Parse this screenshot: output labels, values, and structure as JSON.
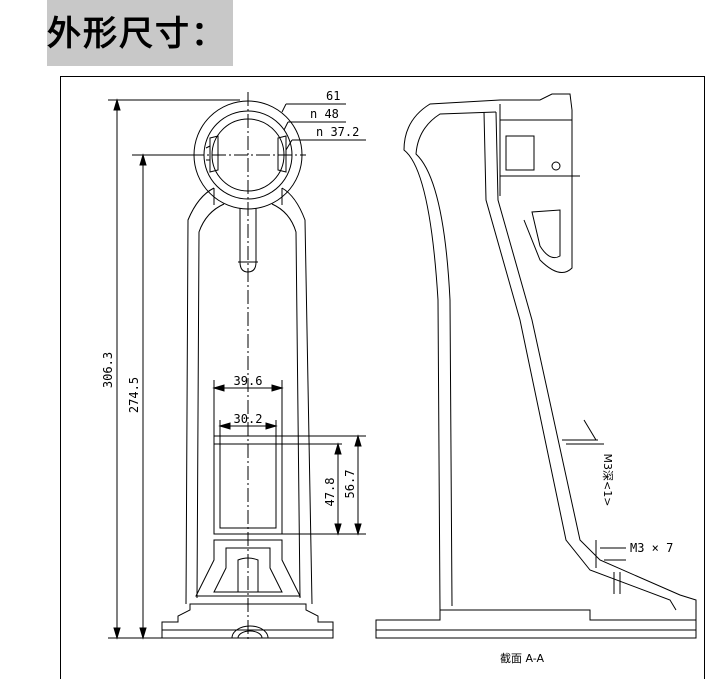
{
  "title": "外形尺寸：",
  "dims": {
    "d61": "61",
    "n48": "n 48",
    "n372": "n 37.2",
    "h3063": "306.3",
    "h2745": "274.5",
    "w396": "39.6",
    "w302": "30.2",
    "h478": "47.8",
    "h567": "56.7",
    "m3a": "M3深<1>",
    "m3b": "M3 × 7"
  },
  "section_label": "截面  A-A"
}
